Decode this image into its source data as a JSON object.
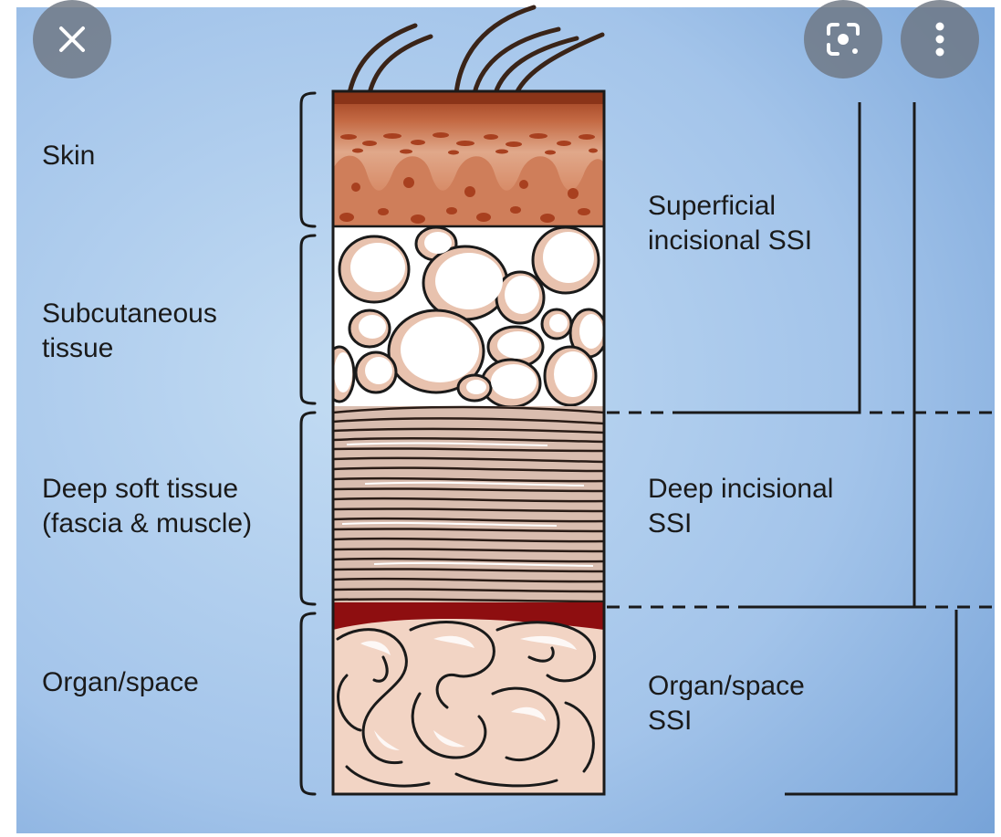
{
  "overlay": {
    "close_icon": "close-icon",
    "lens_icon": "lens-search-icon",
    "more_icon": "more-vert-icon"
  },
  "layers": {
    "skin": "Skin",
    "subcutaneous_line1": "Subcutaneous",
    "subcutaneous_line2": "tissue",
    "deep_line1": "Deep soft tissue",
    "deep_line2": "(fascia & muscle)",
    "organ": "Organ/space"
  },
  "classifications": {
    "superficial_line1": "Superficial",
    "superficial_line2": "incisional SSI",
    "deep_line1": "Deep incisional",
    "deep_line2": "SSI",
    "organ_line1": "Organ/space",
    "organ_line2": "SSI"
  },
  "colors": {
    "background_center": "#b9d4ef",
    "background_edge": "#7fa9dc",
    "skin": "#c4724e",
    "fat": "#e9c3b0",
    "muscle": "#d8bcad",
    "organ": "#efd0c0",
    "blood": "#8e0e10"
  }
}
